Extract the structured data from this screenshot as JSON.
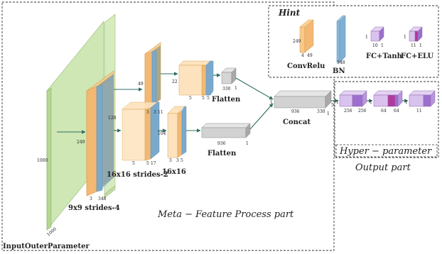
{
  "meta_region": {
    "title": "Meta − Feature Process part",
    "input_label": "InputOuterParameter",
    "input_dims": [
      "1000",
      "1000"
    ],
    "branch_a": {
      "conv1_label": "9x9 strides-4",
      "conv1_dims": [
        "249",
        "3",
        "348"
      ],
      "conv2_dims": [
        "49",
        "3",
        "3",
        "11"
      ],
      "conv3_dims": [
        "22",
        "5",
        "5",
        "5"
      ],
      "pool_dims": [
        "330",
        "1"
      ],
      "flatten_label": "Flatten"
    },
    "branch_b": {
      "conv1_label": "16x16 strides-2",
      "conv1_dims": [
        "128",
        "5",
        "5",
        "17"
      ],
      "conv2_label": "16x16",
      "conv2_dims": [
        "104",
        "3",
        "3",
        "5"
      ],
      "flatten_label": "Flatten",
      "flatten_dims": [
        "936",
        "1"
      ]
    },
    "concat_label": "Concat",
    "concat_dims": [
      "1",
      "936",
      "330",
      "1",
      "5"
    ]
  },
  "hint": {
    "title": "Hint",
    "items": [
      {
        "label": "ConvRelu",
        "dims": [
          "249",
          "4",
          "49"
        ]
      },
      {
        "label": "BN",
        "dims": [
          "3",
          "48"
        ]
      },
      {
        "label": "FC+Tanh",
        "dims": [
          "1",
          "10",
          "1"
        ]
      },
      {
        "label": "FC+ELU",
        "dims": [
          "1",
          "11",
          "1"
        ]
      }
    ]
  },
  "output_region": {
    "title": "Output part",
    "hyper_label": "Hyper − parameter",
    "dims": [
      "1",
      "256",
      "256",
      "1",
      "64",
      "64",
      "1",
      "11"
    ]
  },
  "colors": {
    "input_green": "#c7e3a8",
    "conv_orange": "#f7c98a",
    "bn_blue": "#7fb0d4",
    "fc_light": "#d9c2ee",
    "fc_dark": "#9c6fcf",
    "fc_magenta": "#b03a9c",
    "grey": "#c8c8c8",
    "arrow": "#2f6e63"
  }
}
